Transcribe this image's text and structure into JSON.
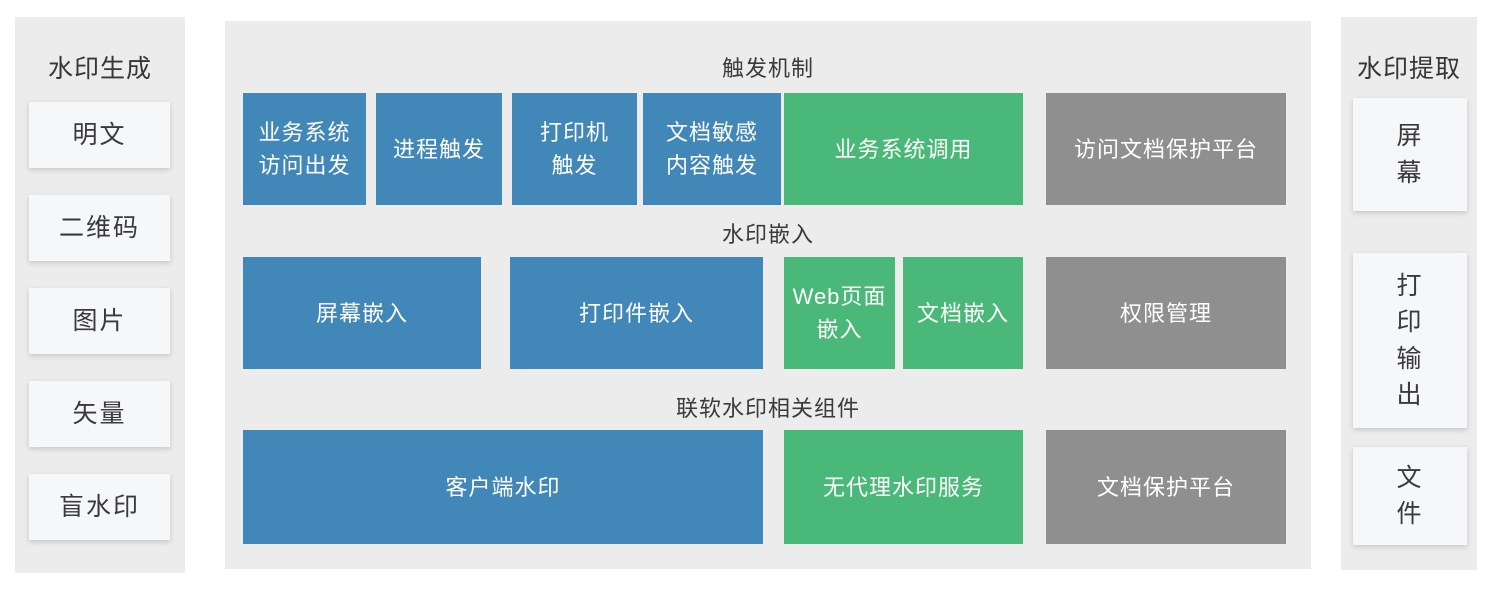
{
  "palette": {
    "blue": "#4187b8",
    "green": "#49b878",
    "gray": "#8f8f8f",
    "panel_background": "#ececec",
    "card_background": "#f6f7f9",
    "box_text": "#ffffff",
    "title_text": "#3a3a3a"
  },
  "left_panel": {
    "title": "水印生成",
    "items": [
      {
        "label": "明文"
      },
      {
        "label": "二维码"
      },
      {
        "label": "图片"
      },
      {
        "label": "矢量"
      },
      {
        "label": "盲水印"
      }
    ]
  },
  "center_panel": {
    "sections": [
      {
        "title": "触发机制",
        "boxes": [
          {
            "label": "业务系统\n访问出发",
            "color": "blue"
          },
          {
            "label": "进程触发",
            "color": "blue"
          },
          {
            "label": "打印机\n触发",
            "color": "blue"
          },
          {
            "label": "文档敏感\n内容触发",
            "color": "blue"
          },
          {
            "label": "业务系统调用",
            "color": "green"
          },
          {
            "label": "访问文档保护平台",
            "color": "gray"
          }
        ]
      },
      {
        "title": "水印嵌入",
        "boxes": [
          {
            "label": "屏幕嵌入",
            "color": "blue"
          },
          {
            "label": "打印件嵌入",
            "color": "blue"
          },
          {
            "label": "Web页面\n嵌入",
            "color": "green"
          },
          {
            "label": "文档嵌入",
            "color": "green"
          },
          {
            "label": "权限管理",
            "color": "gray"
          }
        ]
      },
      {
        "title": "联软水印相关组件",
        "boxes": [
          {
            "label": "客户端水印",
            "color": "blue"
          },
          {
            "label": "无代理水印服务",
            "color": "green"
          },
          {
            "label": "文档保护平台",
            "color": "gray"
          }
        ]
      }
    ]
  },
  "right_panel": {
    "title": "水印提取",
    "items": [
      {
        "label": "屏\n幕"
      },
      {
        "label": "打\n印\n输\n出"
      },
      {
        "label": "文\n件"
      }
    ]
  }
}
